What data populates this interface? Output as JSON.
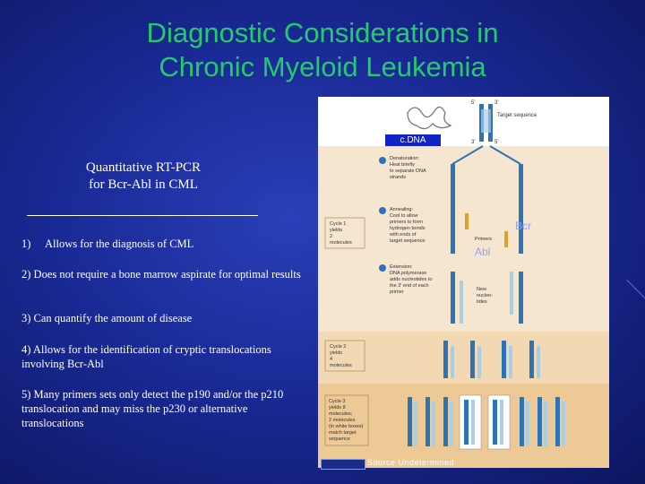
{
  "slide": {
    "title_line1": "Diagnostic Considerations in",
    "title_line2": "Chronic Myeloid Leukemia",
    "subtitle_line1": "Quantitative RT-PCR",
    "subtitle_line2": "for Bcr-Abl in CML",
    "points": [
      {
        "num": "1)",
        "text": "Allows for the diagnosis of CML"
      },
      {
        "text": "2) Does not require a bone marrow aspirate for  optimal results"
      },
      {
        "text": "3) Can quantify the amount of disease"
      },
      {
        "text": "4) Allows for the identification of cryptic  translocations involving Bcr-Abl"
      },
      {
        "text": "5) Many primers sets only detect the p190 and/or the p210 translocation and may miss the p230 or alternative translocations"
      }
    ]
  },
  "figure": {
    "cdna_label": "c.DNA",
    "bcr_label": "Bcr",
    "abl_label": "Abl",
    "target_sequence": "Target sequence",
    "five_prime": "5'",
    "three_prime": "3'",
    "step1": [
      "Denaturation:",
      "Heat briefly",
      "to separate DNA",
      "strands"
    ],
    "step2": [
      "Annealing:",
      "Cool to allow",
      "primers to form",
      "hydrogen bonds",
      "with ends of",
      "target sequence"
    ],
    "step3": [
      "Extension:",
      "DNA polymerase",
      "adds nucleotides to",
      "the 3' end of each",
      "primer"
    ],
    "primers_label": "Primers",
    "new_nucleotides": [
      "New",
      "nucleo-",
      "tides"
    ],
    "cycle1": [
      "Cycle 1",
      "yields",
      "2",
      "molecules"
    ],
    "cycle2": [
      "Cycle 2",
      "yields",
      "4",
      "molecules"
    ],
    "cycle3": [
      "Cycle 3",
      "yields 8",
      "molecules;",
      "2 molecules",
      "(in white boxes)",
      "match target",
      "sequence"
    ],
    "credit": "Source Undetermined"
  }
}
